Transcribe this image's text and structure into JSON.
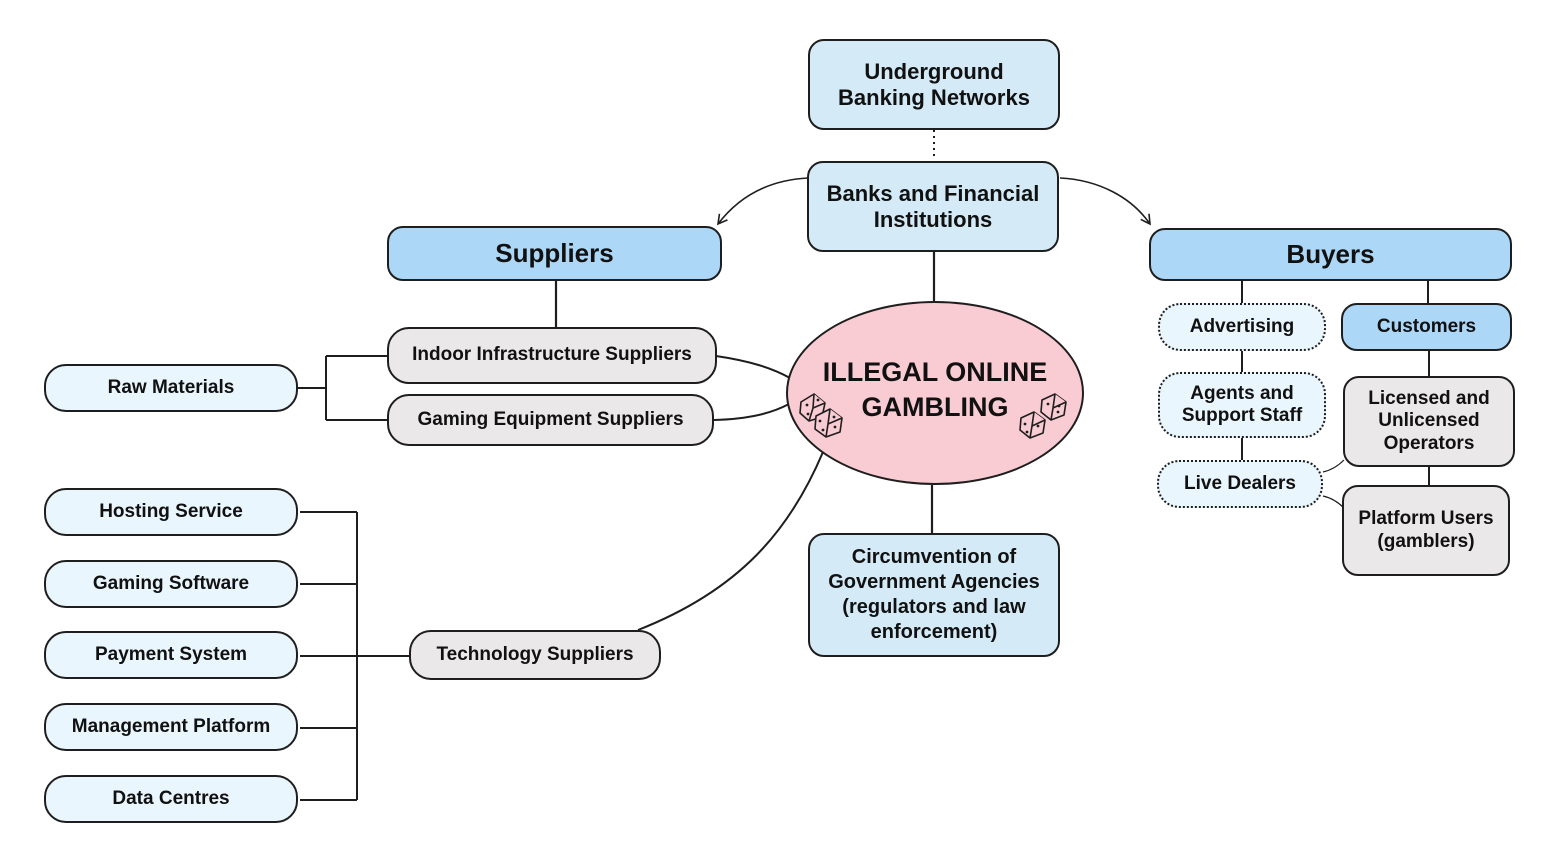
{
  "center": {
    "title": "ILLEGAL ONLINE\nGAMBLING",
    "fill": "#f9cbd3"
  },
  "top": {
    "underground": "Underground\nBanking Networks",
    "banks": "Banks and Financial\nInstitutions"
  },
  "suppliers": {
    "title": "Suppliers",
    "indoor": "Indoor Infrastructure Suppliers",
    "gaming_equipment": "Gaming Equipment Suppliers",
    "raw_materials": "Raw Materials",
    "technology": "Technology Suppliers",
    "tech_items": [
      "Hosting Service",
      "Gaming Software",
      "Payment System",
      "Management Platform",
      "Data Centres"
    ]
  },
  "circumvention": "Circumvention of\nGovernment Agencies\n(regulators and law\nenforcement)",
  "buyers": {
    "title": "Buyers",
    "advertising": "Advertising",
    "agents": "Agents and\nSupport Staff",
    "live_dealers": "Live Dealers",
    "customers": "Customers",
    "operators": "Licensed and\nUnlicensed\nOperators",
    "platform_users": "Platform Users\n(gamblers)"
  },
  "colors": {
    "light_blue": "#d4ebf7",
    "bright_blue": "#acd7f6",
    "very_light_blue": "#eaf6fd",
    "grey": "#ebe8e9",
    "outline": "#1e1e1e"
  }
}
